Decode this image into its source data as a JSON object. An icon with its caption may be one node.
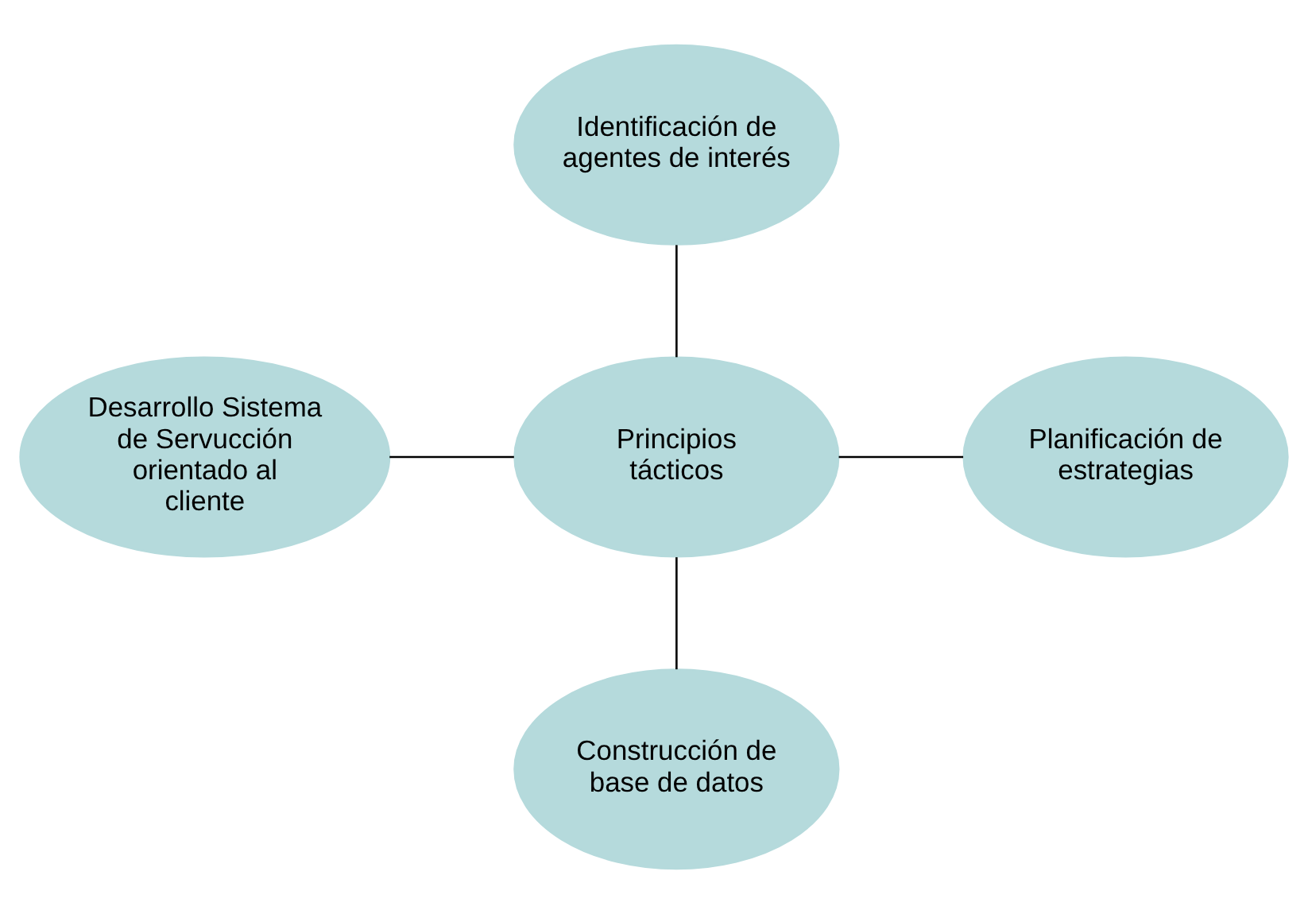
{
  "diagram": {
    "nodes": [
      {
        "text": [
          "Identificación de agentes de interés"
        ]
      },
      {
        "text": [
          "Desarrollo Sistema de Servucción orientado al cliente"
        ]
      },
      {
        "text": [
          "Principios tácticos"
        ]
      },
      {
        "text": [
          "Planificación de estrategias"
        ]
      },
      {
        "text": [
          "Construcción de base de datos"
        ]
      }
    ],
    "edges": [
      {
        "from": 0,
        "to": 2,
        "arrow": "none"
      },
      {
        "from": 1,
        "to": 2,
        "arrow": "none"
      },
      {
        "from": 2,
        "to": 3,
        "arrow": "none"
      },
      {
        "from": 2,
        "to": 4,
        "arrow": "none"
      }
    ]
  }
}
